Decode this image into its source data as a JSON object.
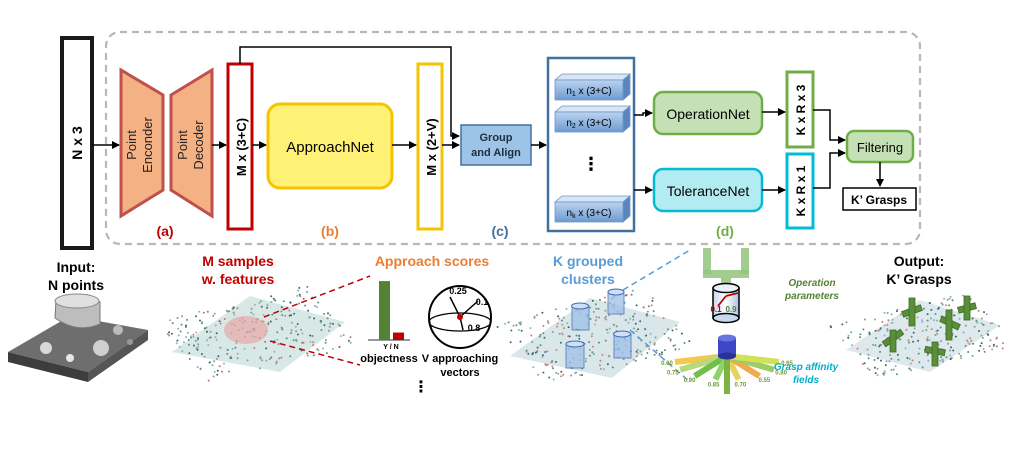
{
  "stages": {
    "input_block": "N x 3",
    "encoder": [
      "Point",
      "Enconder"
    ],
    "decoder": [
      "Point",
      "Decoder"
    ],
    "features_block": "M x (3+C)",
    "approachnet": "ApproachNet",
    "approach_block": "M x (2+V)",
    "group_align": [
      "Group",
      "and Align"
    ],
    "clusters": [
      "n",
      "1",
      " x (3+C)",
      "n",
      "2",
      " x (3+C)",
      "n",
      "k",
      " x (3+C)"
    ],
    "clusters_dots": "⋮",
    "operationnet": "OperationNet",
    "tolerancenet": "ToleranceNet",
    "out_top": "K x R x 3",
    "out_bottom": "K x R x 1",
    "filtering": "Filtering",
    "grasps": "K’ Grasps"
  },
  "section_labels": [
    "(a)",
    "(b)",
    "(c)",
    "(d)"
  ],
  "captions": {
    "input": [
      "Input:",
      "N points"
    ],
    "m_samples": [
      "M samples",
      "w. features"
    ],
    "approach_scores": "Approach scores",
    "k_grouped": [
      "K grouped",
      "clusters"
    ],
    "output": [
      "Output:",
      "K’ Grasps"
    ],
    "operation_params": [
      "Operation",
      "parameters"
    ],
    "grasp_affinity": [
      "Grasp affinity",
      "fields"
    ]
  },
  "approach_detail": {
    "bar_axis": "Y / N",
    "objectness": "objectness",
    "v_vectors": [
      "V approaching",
      "vectors"
    ],
    "sphere_values": [
      "0.25",
      "0.1",
      "0.8"
    ],
    "ellipsis": "⋮"
  },
  "objectness_bars": [
    0.95,
    0.12
  ],
  "operation_values": [
    "0.1",
    "0.9"
  ],
  "affinity_values": [
    "0.60",
    "0.75",
    "0.90",
    "0.85",
    "0.70",
    "0.55",
    "0.80",
    "0.65"
  ],
  "colors": {
    "encoder": "#f4b183",
    "encoder_border": "#c0504d",
    "features_border": "#c00000",
    "approach_fill": "#fff176",
    "approach_border": "#f5c400",
    "group_fill": "#9dc3e6",
    "group_border": "#41719c",
    "op_fill": "#c5e0b4",
    "op_border": "#70ad47",
    "tol_fill": "#b2ebf2",
    "tol_border": "#00bcd4",
    "caption_red": "#c00000",
    "caption_orange": "#ed7d31",
    "caption_blue": "#5b9bd5",
    "caption_green": "#548235",
    "caption_cyan": "#00b0c8",
    "label_a": "#c00000",
    "label_b": "#ed7d31",
    "label_c": "#41719c",
    "label_d": "#70ad47"
  }
}
